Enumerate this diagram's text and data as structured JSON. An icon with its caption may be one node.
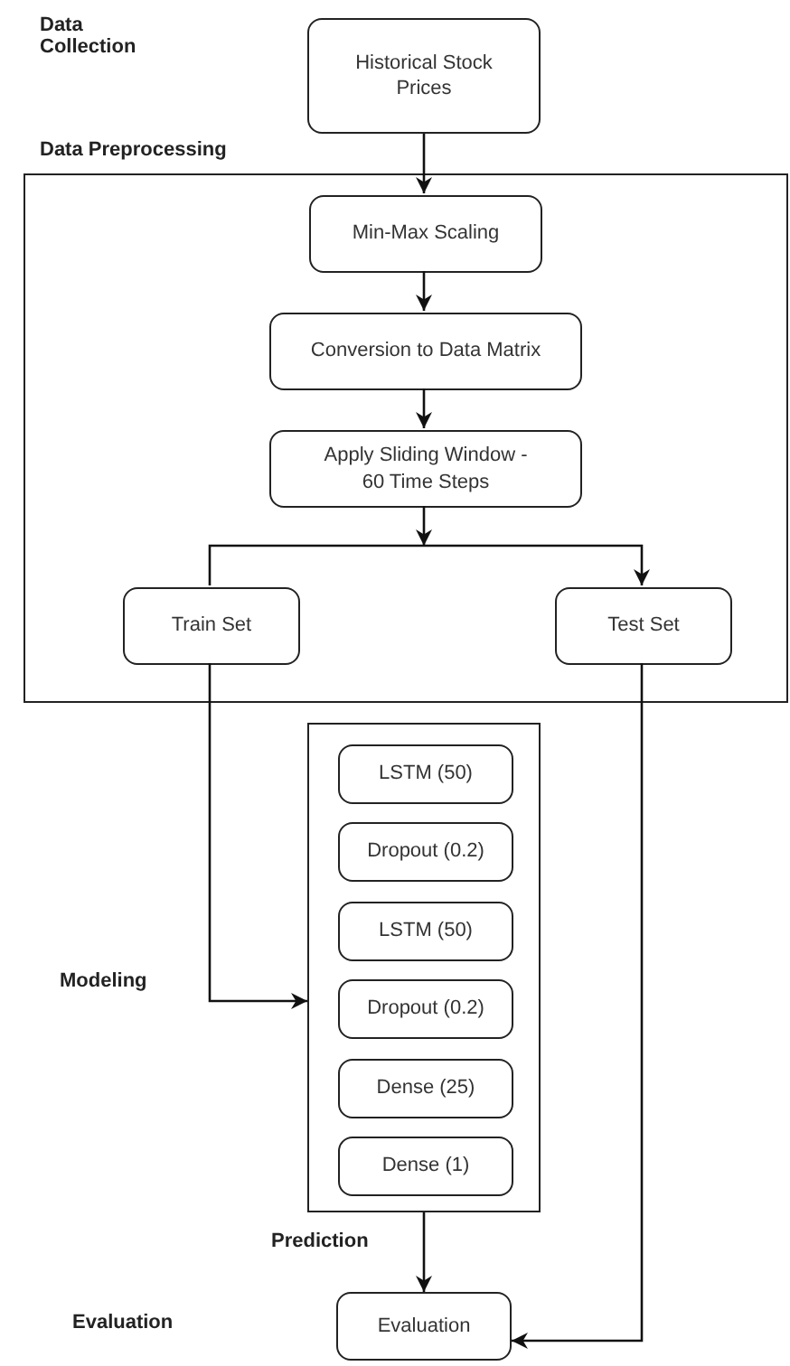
{
  "diagram": {
    "nodes": [
      {
        "text": [
          "Historical Stock Prices"
        ]
      },
      {
        "text": [
          "Data Preprocessing"
        ]
      },
      {
        "text": [
          "Min-Max Scaling"
        ],
        "in": 1
      },
      {
        "text": [
          "Conversion to Data Matrix"
        ],
        "in": 1
      },
      {
        "text": [
          "Apply Sliding Window - 60 Time Steps"
        ],
        "in": 1
      },
      {
        "text": [
          "Train Set"
        ],
        "in": 1
      },
      {
        "text": [
          "Test Set"
        ],
        "in": 1
      },
      {
        "text": [],
        "shape": "box"
      },
      {
        "text": [
          "LSTM (50)"
        ],
        "in": 7
      },
      {
        "text": [
          "Dropout (0.2)"
        ],
        "in": 7
      },
      {
        "text": [
          "LSTM (50)"
        ],
        "in": 7
      },
      {
        "text": [
          "Dropout (0.2)"
        ],
        "in": 7
      },
      {
        "text": [
          "Dense (25)"
        ],
        "in": 7
      },
      {
        "text": [
          "Dense (1)"
        ],
        "in": 7
      },
      {
        "text": [
          "Evaluation"
        ]
      }
    ],
    "edges": [
      {
        "from": 0,
        "to": 2,
        "arrow": "to"
      },
      {
        "from": 2,
        "to": 3,
        "arrow": "to"
      },
      {
        "from": 3,
        "to": 4,
        "arrow": "to"
      },
      {
        "from": 4,
        "to": 5,
        "arrow": "none"
      },
      {
        "from": 4,
        "to": 6,
        "arrow": "to"
      },
      {
        "from": 5,
        "to": 7,
        "arrow": "to"
      },
      {
        "from": 7,
        "to": 14,
        "arrow": "to"
      },
      {
        "from": 6,
        "to": 14,
        "arrow": "to"
      }
    ],
    "labels": [
      "Data Collection",
      "Modeling",
      "Prediction",
      "Evaluation"
    ]
  }
}
